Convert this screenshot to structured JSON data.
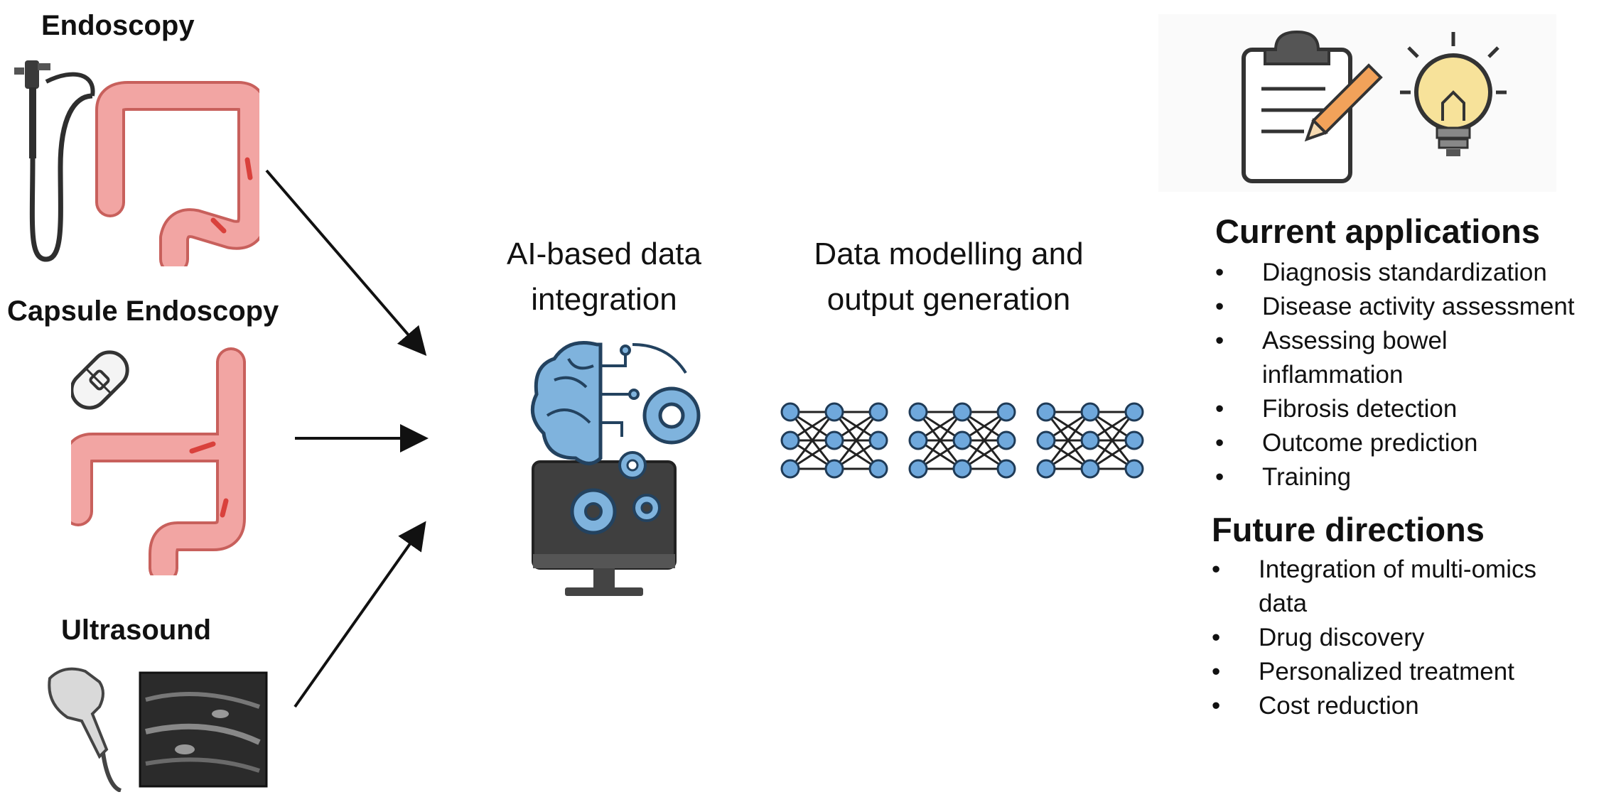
{
  "sources": {
    "endoscopy": "Endoscopy",
    "capsule": "Capsule Endoscopy",
    "ultrasound": "Ultrasound"
  },
  "middle": {
    "integration_title": [
      "AI-based data",
      "integration"
    ],
    "modelling_title": [
      "Data modelling and",
      "output generation"
    ]
  },
  "current": {
    "heading": "Current applications",
    "items": [
      [
        "Diagnosis standardization"
      ],
      [
        "Disease activity assessment"
      ],
      [
        "Assessing bowel",
        "inflammation"
      ],
      [
        "Fibrosis detection"
      ],
      [
        "Outcome prediction"
      ],
      [
        "Training"
      ]
    ]
  },
  "future": {
    "heading": "Future directions",
    "items": [
      [
        "Integration of multi-omics",
        "data"
      ],
      [
        "Drug discovery"
      ],
      [
        "Personalized treatment"
      ],
      [
        "Cost reduction"
      ]
    ]
  },
  "bullet": "•",
  "colors": {
    "colon": "#f2a5a3",
    "colon_outline": "#c8605c",
    "lesion": "#d9413c",
    "network_node": "#6fa8dc",
    "brain": "#7fb3dd",
    "monitor": "#3f3f3f",
    "bulb": "#f7e29a"
  }
}
